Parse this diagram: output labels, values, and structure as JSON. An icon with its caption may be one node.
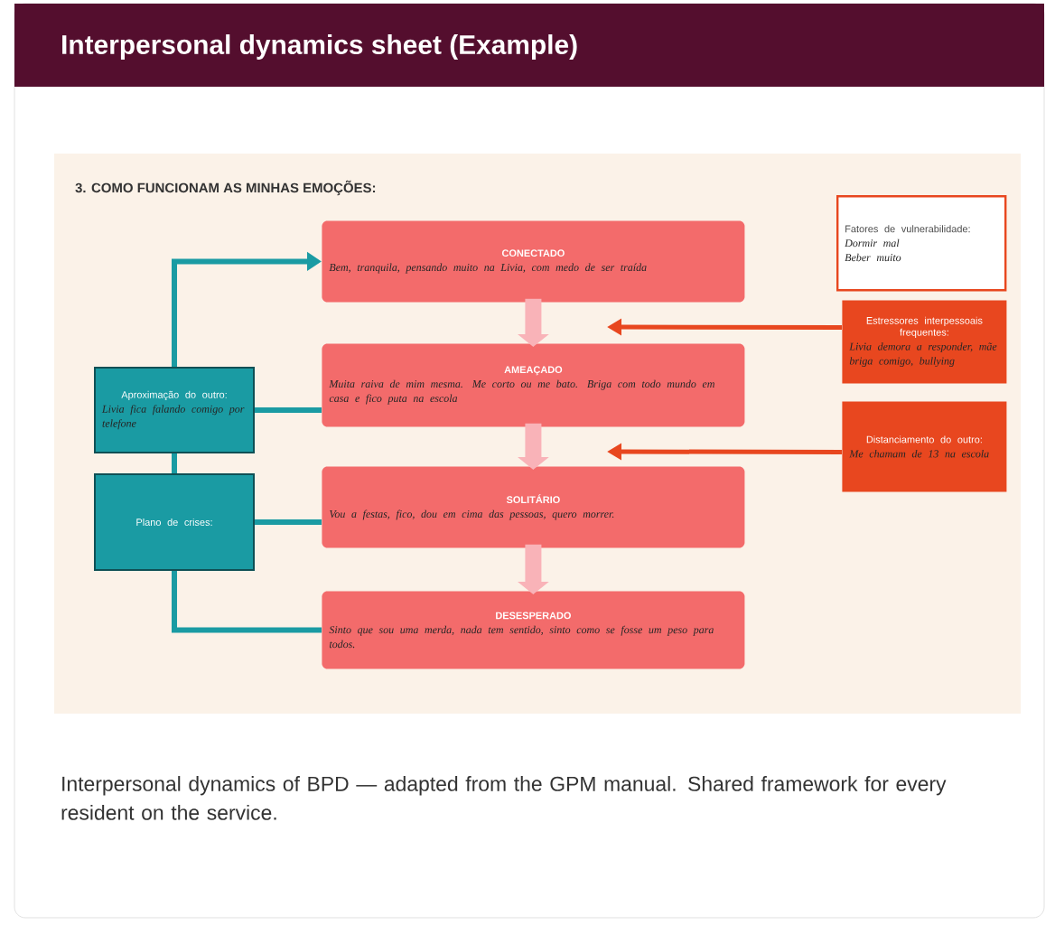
{
  "diagram": {
    "title": "Interpersonal dynamics sheet (Example)",
    "caption": "Interpersonal dynamics of BPD — adapted from the GPM manual. Shared framework for every resident on the service.",
    "nodes": [
      {
        "text": [
          "CONECTADO",
          "Bem, tranquila, pensando muito na Livia, com medo de ser traída"
        ]
      },
      {
        "text": [
          "AMEAÇADO",
          "Muita raiva de mim mesma. Me corto ou me bato. Briga com todo mundo em casa e fico puta na escola"
        ]
      },
      {
        "text": [
          "SOLITÁRIO",
          "Vou a festas, fico, dou em cima das pessoas, quero morrer."
        ]
      },
      {
        "text": [
          "DESESPERADO",
          "Sinto que sou uma merda, nada tem sentido, sinto como se fosse um peso para todos."
        ]
      },
      {
        "text": [
          "Fatores de vulnerabilidade:",
          "Dormir mal",
          "Beber muito"
        ]
      },
      {
        "text": [
          "Estressores interpessoais frequentes:",
          "Livia demora a responder, mãe briga comigo, bullying"
        ]
      },
      {
        "text": [
          "Distanciamento do outro:",
          "Me chamam de 13 na escola"
        ]
      },
      {
        "text": [
          "Aproximação do outro:",
          "Livia fica falando comigo por telefone"
        ]
      },
      {
        "text": [
          "Plano de crises:"
        ]
      }
    ],
    "edges": [
      {
        "from": 7,
        "to": 0,
        "arrow": "to"
      },
      {
        "from": 7,
        "to": 1,
        "arrow": "none"
      },
      {
        "from": 7,
        "to": 8,
        "arrow": "none"
      },
      {
        "from": 8,
        "to": 2,
        "arrow": "none"
      },
      {
        "from": 8,
        "to": 3,
        "arrow": "none"
      },
      {
        "from": 0,
        "to": 1,
        "arrow": "to",
        "style": "thick",
        "color": "#f9b3b8"
      },
      {
        "from": 1,
        "to": 2,
        "arrow": "to",
        "style": "thick",
        "color": "#f9b3b8"
      },
      {
        "from": 2,
        "to": 3,
        "arrow": "to",
        "style": "thick",
        "color": "#f9b3b8"
      },
      {
        "from": 5,
        "to": 1,
        "arrow": "to",
        "color": "#e8471f"
      },
      {
        "from": 6,
        "to": 2,
        "arrow": "to",
        "color": "#e8471f"
      }
    ],
    "labels": [
      "3. COMO FUNCIONAM AS MINHAS EMOÇÕES:"
    ]
  }
}
